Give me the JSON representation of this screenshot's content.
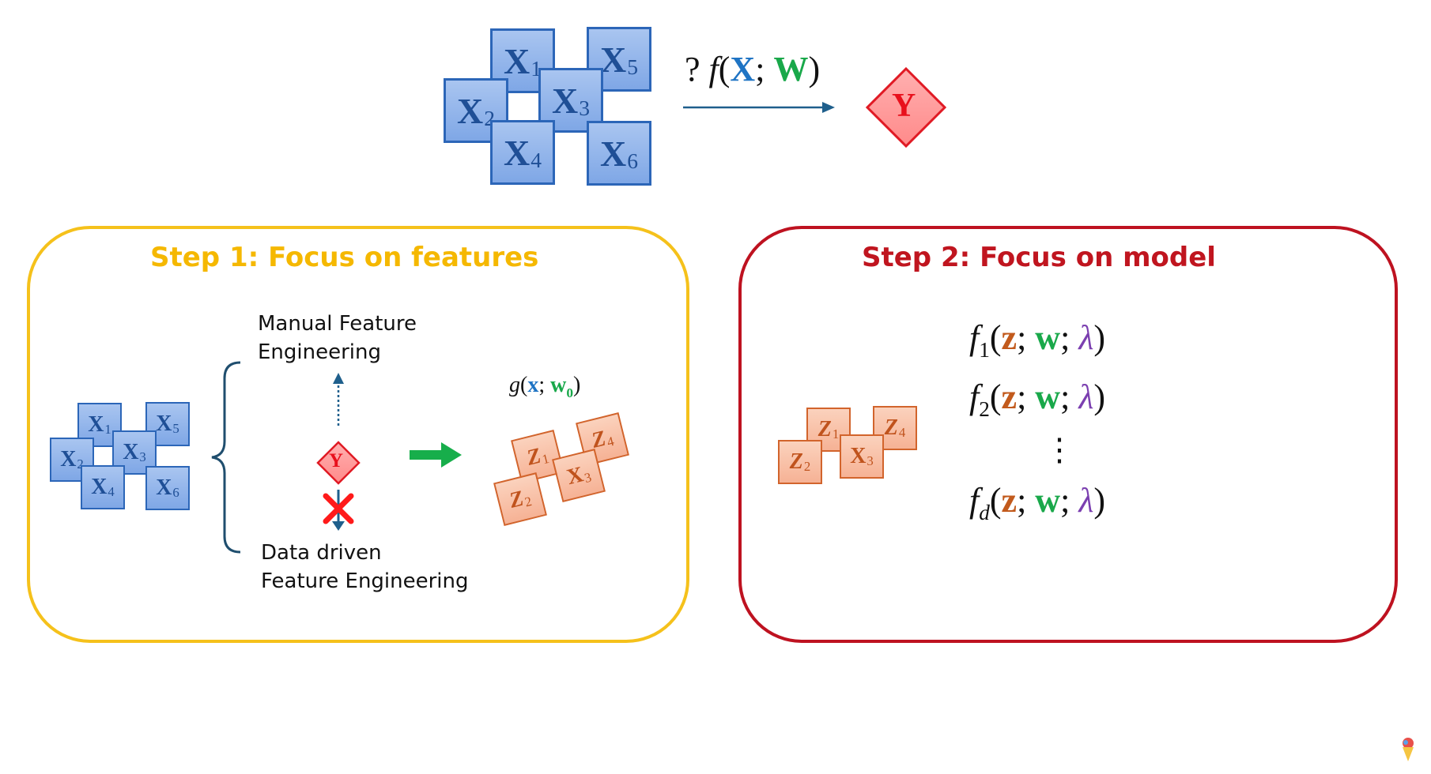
{
  "top": {
    "x_tiles": [
      {
        "letter": "X",
        "index": "1"
      },
      {
        "letter": "X",
        "index": "5"
      },
      {
        "letter": "X",
        "index": "2"
      },
      {
        "letter": "X",
        "index": "3"
      },
      {
        "letter": "X",
        "index": "4"
      },
      {
        "letter": "X",
        "index": "6"
      }
    ],
    "function_label": {
      "q": "?",
      "f": "f",
      "open": "(",
      "x": "X",
      "sep": ";",
      "w": "W",
      "close": ")"
    },
    "target": "Y"
  },
  "step1": {
    "title": "Step 1: Focus on features",
    "manual_label_line1": "Manual Feature",
    "manual_label_line2": "Engineering",
    "data_label_line1": "Data driven",
    "data_label_line2": "Feature Engineering",
    "target": "Y",
    "g_label": {
      "g": "g",
      "open": "(",
      "x": "x",
      "sep": ";",
      "w": "w",
      "w_sub": "0",
      "close": ")"
    },
    "x_tiles": [
      "1",
      "5",
      "2",
      "3",
      "4",
      "6"
    ],
    "z_tiles": [
      {
        "letter": "Z",
        "index": "1"
      },
      {
        "letter": "Z",
        "index": "4"
      },
      {
        "letter": "Z",
        "index": "2"
      },
      {
        "letter": "X",
        "index": "3"
      }
    ]
  },
  "step2": {
    "title": "Step 2: Focus on model",
    "models": [
      {
        "f": "f",
        "sub": "1",
        "z": "z",
        "w": "w",
        "lambda": "λ"
      },
      {
        "f": "f",
        "sub": "2",
        "z": "z",
        "w": "w",
        "lambda": "λ"
      },
      {
        "f": "f",
        "sub": "d",
        "z": "z",
        "w": "w",
        "lambda": "λ"
      }
    ],
    "ellipsis": "⋮",
    "z_tiles": [
      {
        "letter": "Z",
        "index": "1"
      },
      {
        "letter": "Z",
        "index": "4"
      },
      {
        "letter": "Z",
        "index": "2"
      },
      {
        "letter": "X",
        "index": "3"
      }
    ]
  },
  "colors": {
    "step1_border": "#f5c11b",
    "step1_title": "#f5b800",
    "step2_border": "#be1220",
    "step2_title": "#c0151f",
    "x_blue": "#1f74c4",
    "w_green": "#19a84a",
    "z_orange": "#c25a1c",
    "lambda_purple": "#7b3fb0",
    "target_red": "#e8101c"
  }
}
